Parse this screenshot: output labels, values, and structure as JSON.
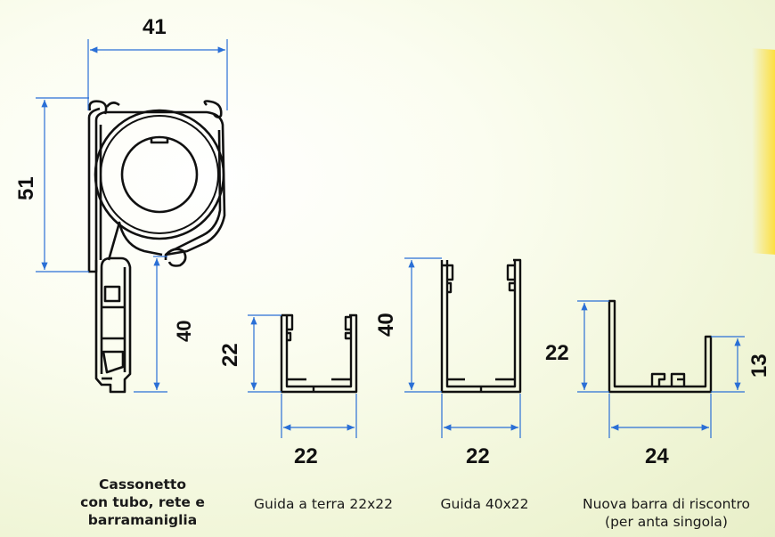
{
  "dimensions": {
    "cassonetto_width": "41",
    "cassonetto_height": "51",
    "bar_height": "40",
    "guida_terra_height": "22",
    "guida_terra_width": "22",
    "guida_40_height": "40",
    "guida_40_width": "22",
    "barra_height": "22",
    "barra_width": "24",
    "barra_small_height": "13"
  },
  "captions": {
    "cassonetto": [
      "Cassonetto",
      "con tubo, rete e",
      "barramaniglia"
    ],
    "guida_terra": "Guida a terra 22x22",
    "guida_40": "Guida 40x22",
    "barra": [
      "Nuova barra di riscontro",
      "(per anta singola)"
    ]
  },
  "colors": {
    "profile": "#111111",
    "dimension_line": "#2a6fd6",
    "accent": "#ffd92a"
  }
}
